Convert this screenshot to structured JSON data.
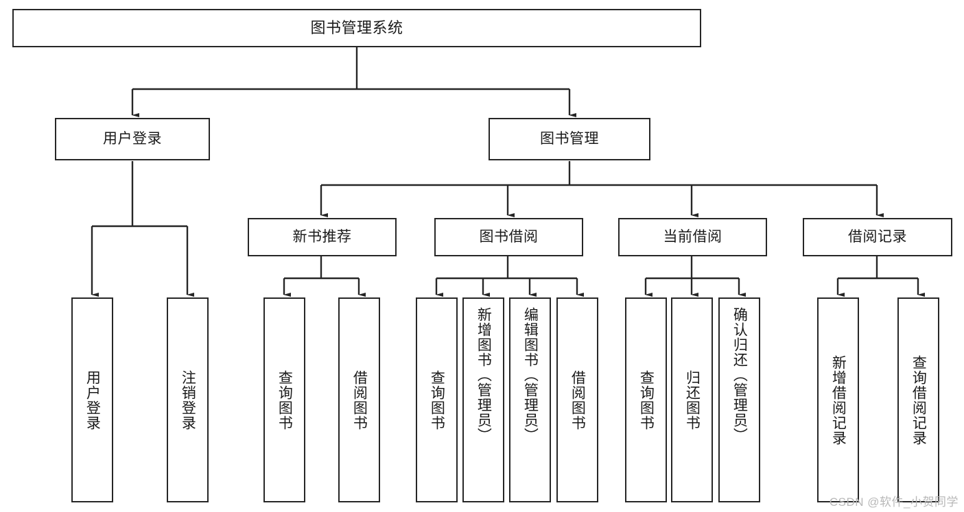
{
  "diagram": {
    "title": "图书管理系统",
    "type": "tree-hierarchy",
    "watermark": "CSDN @软件_小贺同学",
    "colors": {
      "border": "#262626",
      "background": "#ffffff",
      "text": "#1a1a1a",
      "connector": "#262626",
      "watermark": "#b8b8b8"
    },
    "root": {
      "label": "图书管理系统"
    },
    "level2": [
      {
        "label": "用户登录"
      },
      {
        "label": "图书管理"
      }
    ],
    "level3": [
      {
        "label": "新书推荐"
      },
      {
        "label": "图书借阅"
      },
      {
        "label": "当前借阅"
      },
      {
        "label": "借阅记录"
      }
    ],
    "leaves": {
      "user_login": [
        {
          "label": "用户登录"
        },
        {
          "label": "注销登录"
        }
      ],
      "new_book_recommend": [
        {
          "label": "查询图书"
        },
        {
          "label": "借阅图书"
        }
      ],
      "book_borrow": [
        {
          "label": "查询图书"
        },
        {
          "label": "新增图书（管理员）"
        },
        {
          "label": "编辑图书（管理员）"
        },
        {
          "label": "借阅图书"
        }
      ],
      "current_borrow": [
        {
          "label": "查询图书"
        },
        {
          "label": "归还图书"
        },
        {
          "label": "确认归还（管理员）"
        }
      ],
      "borrow_record": [
        {
          "label": "新增借阅记录"
        },
        {
          "label": "查询借阅记录"
        }
      ]
    }
  }
}
